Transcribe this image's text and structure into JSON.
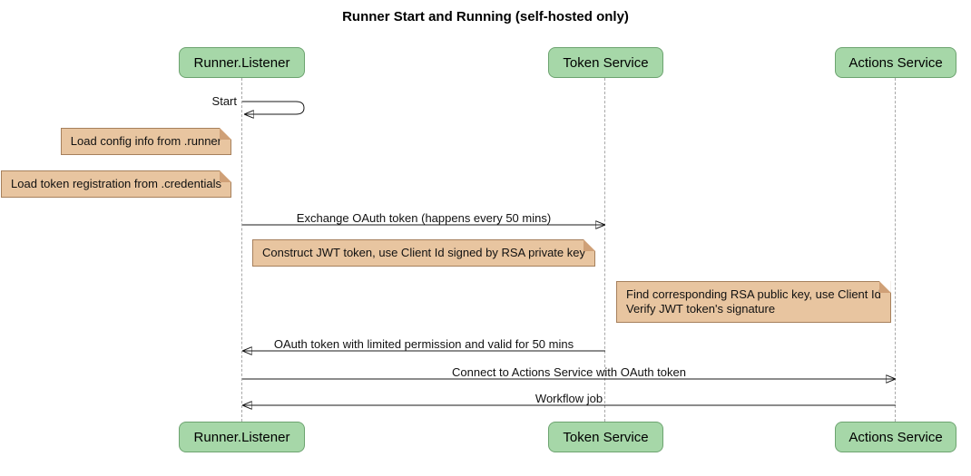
{
  "diagram": {
    "title": "Runner Start and Running (self-hosted only)",
    "type": "sequence"
  },
  "participants": [
    {
      "name": "Runner.Listener"
    },
    {
      "name": "Token Service"
    },
    {
      "name": "Actions Service"
    }
  ],
  "messages": [
    {
      "label": "Start",
      "from": "Runner.Listener",
      "to": "Runner.Listener",
      "kind": "self"
    },
    {
      "label": "Exchange OAuth token (happens every 50 mins)",
      "from": "Runner.Listener",
      "to": "Token Service",
      "kind": "solid"
    },
    {
      "label": "OAuth token with limited permission and valid for 50 mins",
      "from": "Token Service",
      "to": "Runner.Listener",
      "kind": "solid"
    },
    {
      "label": "Connect to Actions Service with OAuth token",
      "from": "Runner.Listener",
      "to": "Actions Service",
      "kind": "solid"
    },
    {
      "label": "Workflow job",
      "from": "Actions Service",
      "to": "Runner.Listener",
      "kind": "solid"
    }
  ],
  "notes": [
    {
      "text": "Load config info from .runner",
      "position": "left of Runner.Listener"
    },
    {
      "text": "Load token registration from .credentials",
      "position": "left of Runner.Listener"
    },
    {
      "text": "Construct JWT token, use Client Id signed by RSA private key",
      "position": "between Runner.Listener and Token Service"
    },
    {
      "lines": [
        "Find corresponding RSA public key, use Client Id",
        "Verify JWT token's signature"
      ],
      "position": "between Token Service and Actions Service"
    }
  ],
  "colors": {
    "participant_fill": "#A6D7A8",
    "participant_border": "#6CA36F",
    "note_fill": "#E8C5A0",
    "note_border": "#A6805C",
    "arrow_line": "#181818",
    "lifeline": "#A8A8A8",
    "background": "#FFFFFF"
  }
}
